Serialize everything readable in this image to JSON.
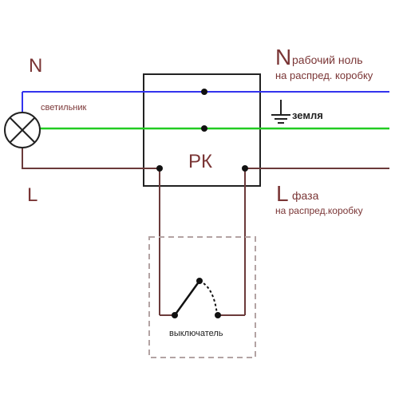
{
  "labels": {
    "n_left": "N",
    "l_left": "L",
    "lamp": "светильник",
    "rk": "РК",
    "n_right_letter": "N",
    "n_right_text": "рабочий ноль",
    "n_right_sub": "на распред. коробку",
    "earth": "земля",
    "l_right_letter": "L",
    "l_right_text": "фаза",
    "l_right_sub": "на распред.коробку",
    "switch": "выключатель"
  },
  "colors": {
    "neutral": "#3333ee",
    "earth": "#22cc22",
    "phase": "#6b3a3a",
    "label": "#7a3535",
    "box": "#222222",
    "switch_box": "#b3a3a3"
  }
}
